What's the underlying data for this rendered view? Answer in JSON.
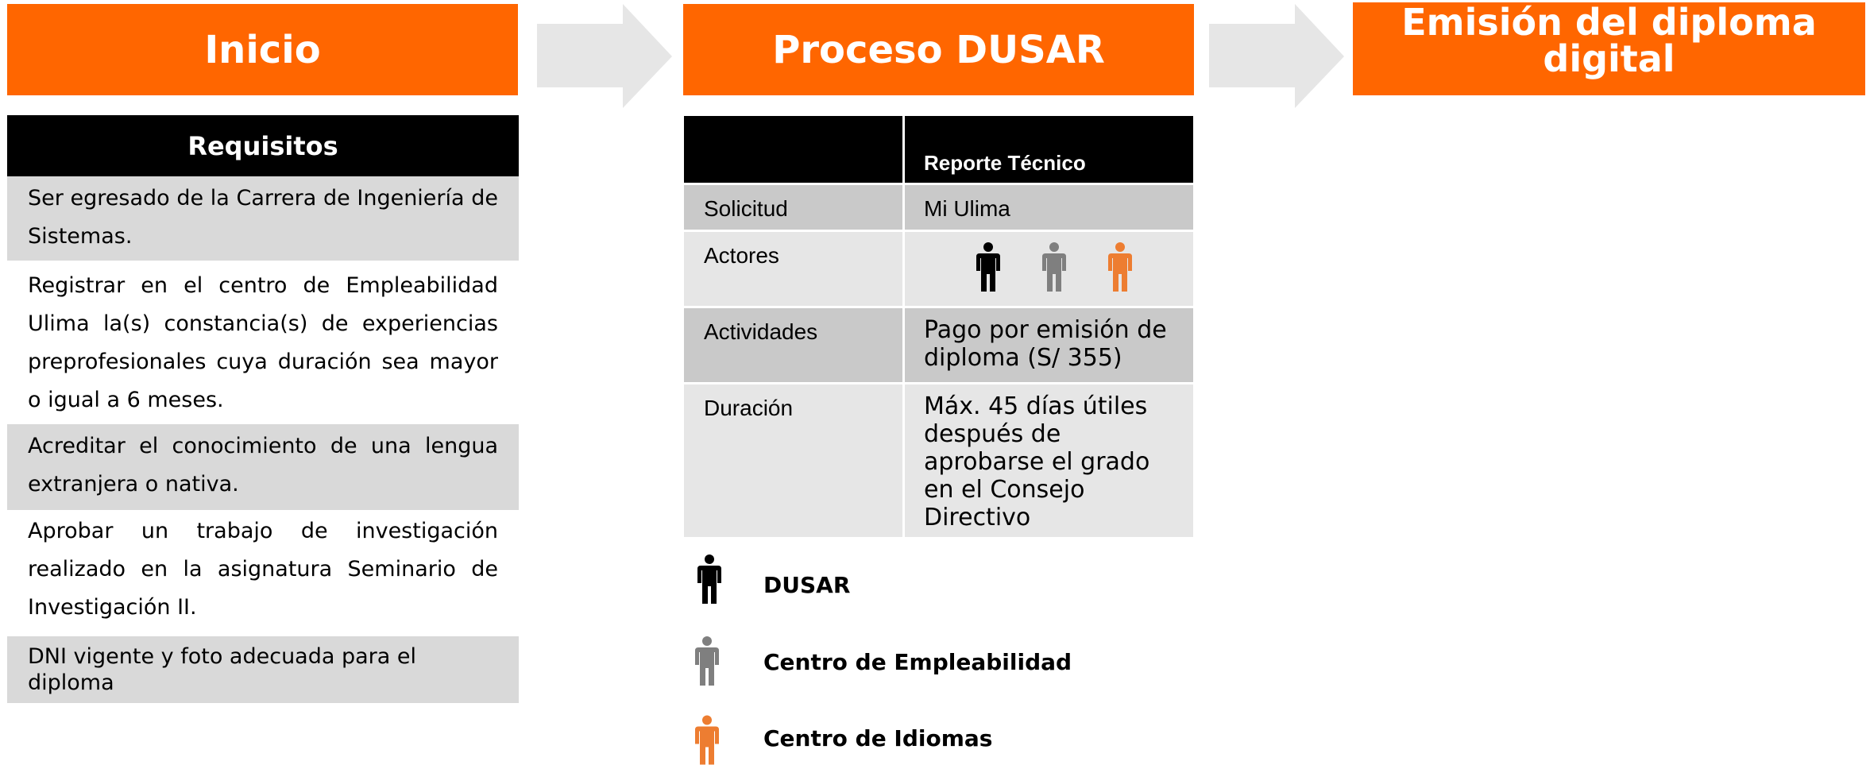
{
  "headers": {
    "inicio": "Inicio",
    "proceso": "Proceso DUSAR",
    "emision": "Emisión del diploma digital"
  },
  "requisitos": {
    "title": "Requisitos",
    "items": [
      "Ser egresado de la Carrera de Ingeniería de Sistemas.",
      "Registrar en el centro de Empleabilidad Ulima la(s) constancia(s) de experiencias preprofesionales cuya duración sea mayor o igual a 6 meses.",
      "Acreditar el conocimiento de una lengua extranjera o nativa.",
      "Aprobar un trabajo de investigación realizado en la asignatura Seminario de Investigación II.",
      "DNI vigente y foto adecuada para el diploma"
    ]
  },
  "tabla": {
    "col_header": "Reporte Técnico",
    "solicitud_label": "Solicitud",
    "solicitud_value": "Mi Ulima",
    "actores_label": "Actores",
    "actividades_label": "Actividades",
    "actividades_value": "Pago por emisión de diploma (S/ 355)",
    "duracion_label": "Duración",
    "duracion_value": "Máx. 45 días útiles después de aprobarse el grado en el Consejo Directivo"
  },
  "leyenda": [
    {
      "label": "DUSAR",
      "color": "#000000",
      "icon": "person-icon"
    },
    {
      "label": "Centro de Empleabilidad",
      "color": "#7f7f7f",
      "icon": "person-icon"
    },
    {
      "label": "Centro de Idiomas",
      "color": "#ed7d31",
      "icon": "person-icon"
    }
  ],
  "colors": {
    "accent": "#ff6600",
    "arrow": "#e6e6e6",
    "header_black": "#000000",
    "row_dark": "#c9c9c9",
    "row_light": "#e6e6e6"
  }
}
